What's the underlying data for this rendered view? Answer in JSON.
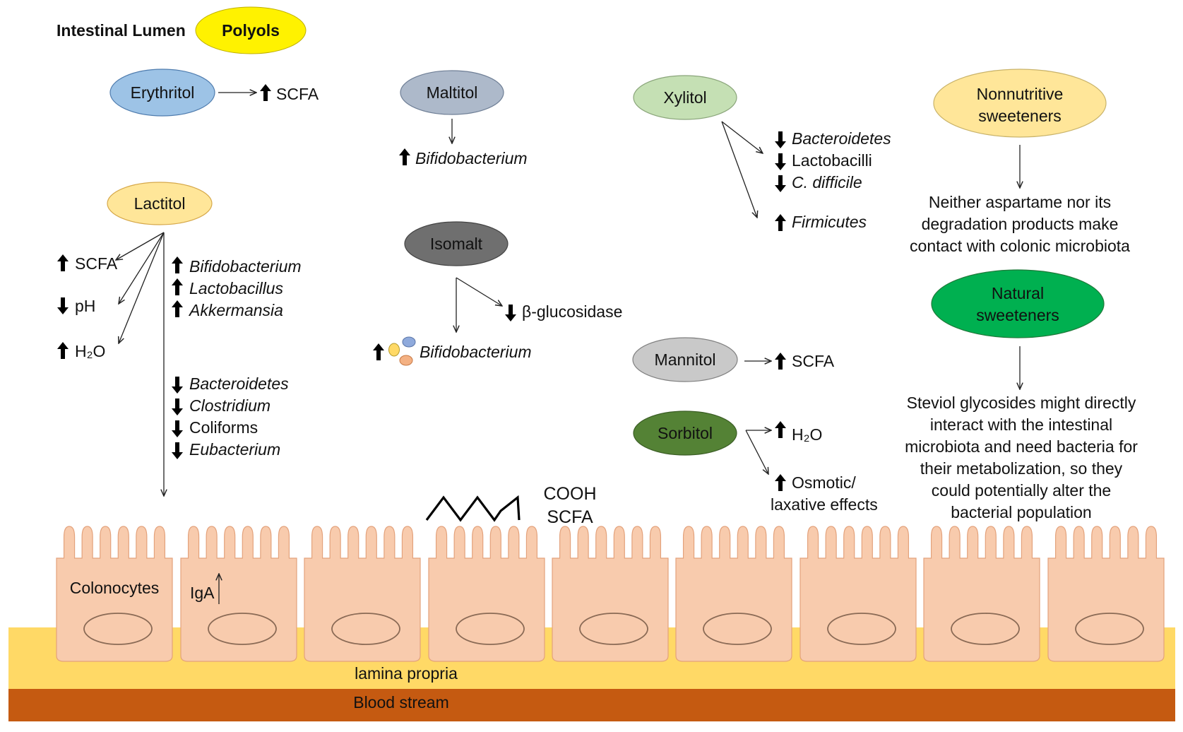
{
  "header": {
    "intestinal_lumen": "Intestinal Lumen",
    "polyols": "Polyols"
  },
  "nodes": {
    "erythritol": "Erythritol",
    "maltitol": "Maltitol",
    "xylitol": "Xylitol",
    "lactitol": "Lactitol",
    "isomalt": "Isomalt",
    "mannitol": "Mannitol",
    "sorbitol": "Sorbitol",
    "nonnutritive_line1": "Nonnutritive",
    "nonnutritive_line2": "sweeteners",
    "natural_line1": "Natural",
    "natural_line2": "sweeteners"
  },
  "effects": {
    "erythritol_scfa": "SCFA",
    "maltitol_bifido": "Bifidobacterium",
    "xylitol_bacteroidetes": "Bacteroidetes",
    "xylitol_lactobacilli": "Lactobacilli",
    "xylitol_cdifficile": "C. difficile",
    "xylitol_firmicutes": "Firmicutes",
    "lactitol_scfa": "SCFA",
    "lactitol_ph": "pH",
    "lactitol_h2o": "H₂O",
    "lactitol_bifido": "Bifidobacterium",
    "lactitol_lactobacillus": "Lactobacillus",
    "lactitol_akkermansia": "Akkermansia",
    "lactitol_bacteroidetes": "Bacteroidetes",
    "lactitol_clostridium": "Clostridium",
    "lactitol_coliforms": "Coliforms",
    "lactitol_eubacterium": "Eubacterium",
    "isomalt_glucosidase": "β-glucosidase",
    "isomalt_bifido": "Bifidobacterium",
    "mannitol_scfa": "SCFA",
    "sorbitol_h2o": "H₂O",
    "sorbitol_osmotic_line1": "Osmotic/",
    "sorbitol_osmotic_line2": "laxative effects",
    "cooh": "COOH",
    "scfa": "SCFA",
    "iga": "IgA"
  },
  "notes": {
    "aspartame": [
      "Neither aspartame nor its",
      "degradation products make",
      "contact with colonic microbiota"
    ],
    "steviol": [
      "Steviol glycosides might directly",
      "interact with the intestinal",
      "microbiota and need bacteria for",
      "their metabolization, so they",
      "could potentially alter the",
      "bacterial population"
    ]
  },
  "tissue": {
    "colonocytes": "Colonocytes",
    "lamina_propria": "lamina propria",
    "blood_stream": "Blood stream"
  },
  "colors": {
    "polyols": "#FFF200",
    "erythritol": "#9DC3E6",
    "maltitol": "#ADB9CA",
    "xylitol": "#C5E0B4",
    "lactitol": "#FFE699",
    "isomalt": "#6F6F6F",
    "mannitol": "#C9C9C9",
    "sorbitol": "#548235",
    "nonnutritive": "#FFE699",
    "natural": "#00B050",
    "cell": "#F8CBAD",
    "lamina": "#FFD966",
    "blood": "#C55A11"
  },
  "icons": [
    "arrow-up-icon",
    "arrow-down-icon",
    "bacteria-icon",
    "zigzag-chain-icon"
  ]
}
